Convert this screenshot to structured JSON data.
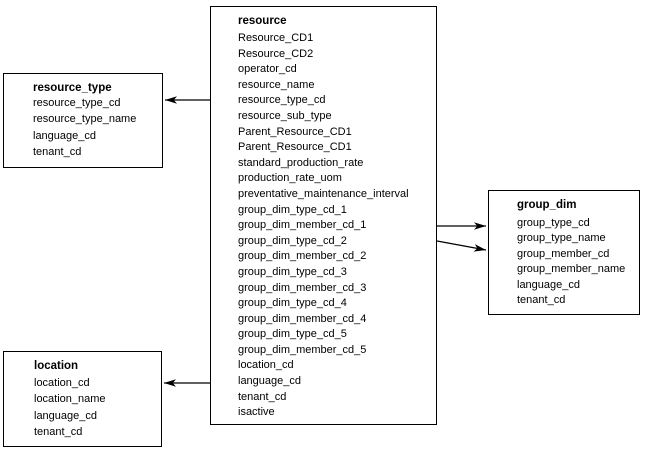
{
  "diagram": {
    "type": "entity-relationship",
    "background_color": "#ffffff",
    "line_color": "#000000",
    "text_color": "#000000",
    "tables": [
      {
        "id": "resource",
        "title": "resource",
        "fields": [
          "Resource_CD1",
          "Resource_CD2",
          "operator_cd",
          "resource_name",
          "resource_type_cd",
          "resource_sub_type",
          "Parent_Resource_CD1",
          "Parent_Resource_CD1",
          "standard_production_rate",
          "production_rate_uom",
          "preventative_maintenance_interval",
          "group_dim_type_cd_1",
          "group_dim_member_cd_1",
          "group_dim_type_cd_2",
          "group_dim_member_cd_2",
          "group_dim_type_cd_3",
          "group_dim_member_cd_3",
          "group_dim_type_cd_4",
          "group_dim_member_cd_4",
          "group_dim_type_cd_5",
          "group_dim_member_cd_5",
          "location_cd",
          "language_cd",
          "tenant_cd",
          "isactive"
        ]
      },
      {
        "id": "resource_type",
        "title": "resource_type",
        "fields": [
          "resource_type_cd",
          "resource_type_name",
          "language_cd",
          "tenant_cd"
        ]
      },
      {
        "id": "group_dim",
        "title": "group_dim",
        "fields": [
          "group_type_cd",
          "group_type_name",
          "group_member_cd",
          "group_member_name",
          "language_cd",
          "tenant_cd"
        ]
      },
      {
        "id": "location",
        "title": "location",
        "fields": [
          "location_cd",
          "location_name",
          "language_cd",
          "tenant_cd"
        ]
      }
    ],
    "relationships": [
      {
        "from": "resource",
        "to": "resource_type",
        "arrow_direction": "left"
      },
      {
        "from": "resource",
        "to": "group_dim",
        "arrow_direction": "right"
      },
      {
        "from": "resource",
        "to": "group_dim",
        "arrow_direction": "right"
      },
      {
        "from": "resource",
        "to": "location",
        "arrow_direction": "left"
      }
    ]
  }
}
